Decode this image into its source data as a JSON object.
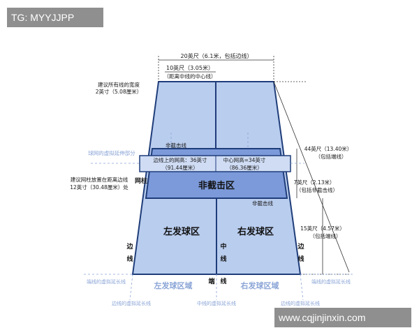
{
  "watermark_top": "TG: MYYJJPP",
  "watermark_bottom": "www.cqjinjinxin.com",
  "labels": {
    "width_total": "20英尺（6.1米，包括边线）",
    "width_half_1": "10英尺（3.05米）",
    "width_half_2": "（距离中线的中心线）",
    "line_width_1": "建议所有线的宽度",
    "line_width_2": "2英寸（5.08厘米）",
    "nvz_line": "非截击线",
    "net_ext": "球网的虚拟延伸部分",
    "net_side_1": "边线上的网高：36英寸",
    "net_side_2": "（91.44厘米）",
    "net_center_1": "中心网高=34英寸",
    "net_center_2": "（86.36厘米）",
    "length_1": "44英尺（13.40米）",
    "length_2": "（包括端线）",
    "post_label": "网柱",
    "post_pos_1": "建议网柱放置在距离边线",
    "post_pos_2": "12英寸（30.48厘米）处",
    "nvz_area": "非截击区",
    "nvz_len_1": "7英尺（2.13米）",
    "nvz_len_2": "（包括非截击线）",
    "nvz_line_2": "非截击线",
    "left_service": "左发球区",
    "right_service": "右发球区",
    "service_len_1": "15英尺（4.57米）",
    "service_len_2": "（包括端线）",
    "sideline_left_1": "边",
    "sideline_left_2": "线",
    "centerline_1": "中",
    "centerline_2": "线",
    "sideline_right_1": "边",
    "sideline_right_2": "线",
    "baseline_1": "端",
    "baseline_2": "线",
    "baseline_ext_left": "端线的虚拟延长线",
    "baseline_ext_right": "端线的虚拟延长线",
    "left_service_zone": "左发球区域",
    "right_service_zone": "右发球区域",
    "side_ext_left": "边线的虚拟延长线",
    "center_ext": "中线的虚拟延长线",
    "side_ext_right": "边线的虚拟延长线"
  },
  "colors": {
    "court": "#b9cdee",
    "nvz": "#7c9ad9",
    "line": "#1f3d7a",
    "net": "#cfdcf4"
  }
}
